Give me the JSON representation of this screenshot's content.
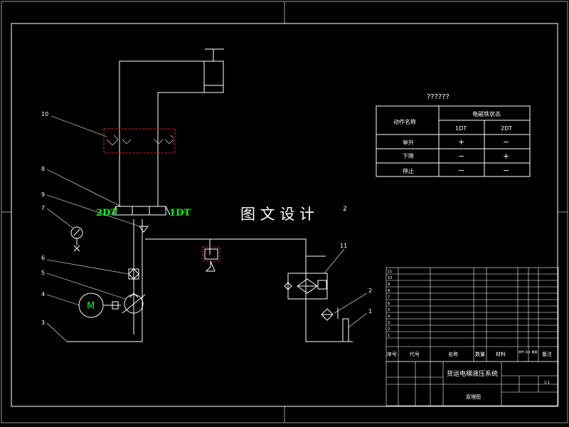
{
  "watermark": "图 文 设 计",
  "small_mark": "2",
  "solenoid_labels": {
    "left": "2DT",
    "right": "1DT"
  },
  "motor_symbol": "M",
  "callouts": [
    "10",
    "8",
    "9",
    "7",
    "6",
    "5",
    "4",
    "3",
    "11",
    "2",
    "1"
  ],
  "action_table": {
    "title": "??????",
    "col_action": "动作名称",
    "col_state": "电磁铁状态",
    "sub_cols": [
      "1DT",
      "2DT"
    ],
    "rows": [
      {
        "name": "举升",
        "v1": "+",
        "v2": "−"
      },
      {
        "name": "下降",
        "v1": "−",
        "v2": "+"
      },
      {
        "name": "停止",
        "v1": "−",
        "v2": "−"
      }
    ]
  },
  "parts_list": {
    "index": [
      "11",
      "10",
      "9",
      "8",
      "7",
      "6",
      "5",
      "4",
      "3",
      "2",
      "1"
    ],
    "header": [
      "序号",
      "代号",
      "名称",
      "数量",
      "材料",
      "单件 总计 重量",
      "备注"
    ]
  },
  "title_block": {
    "drawing_title": "货运电梯液压系统",
    "drawing_name": "原理图",
    "scale": "1:1"
  }
}
